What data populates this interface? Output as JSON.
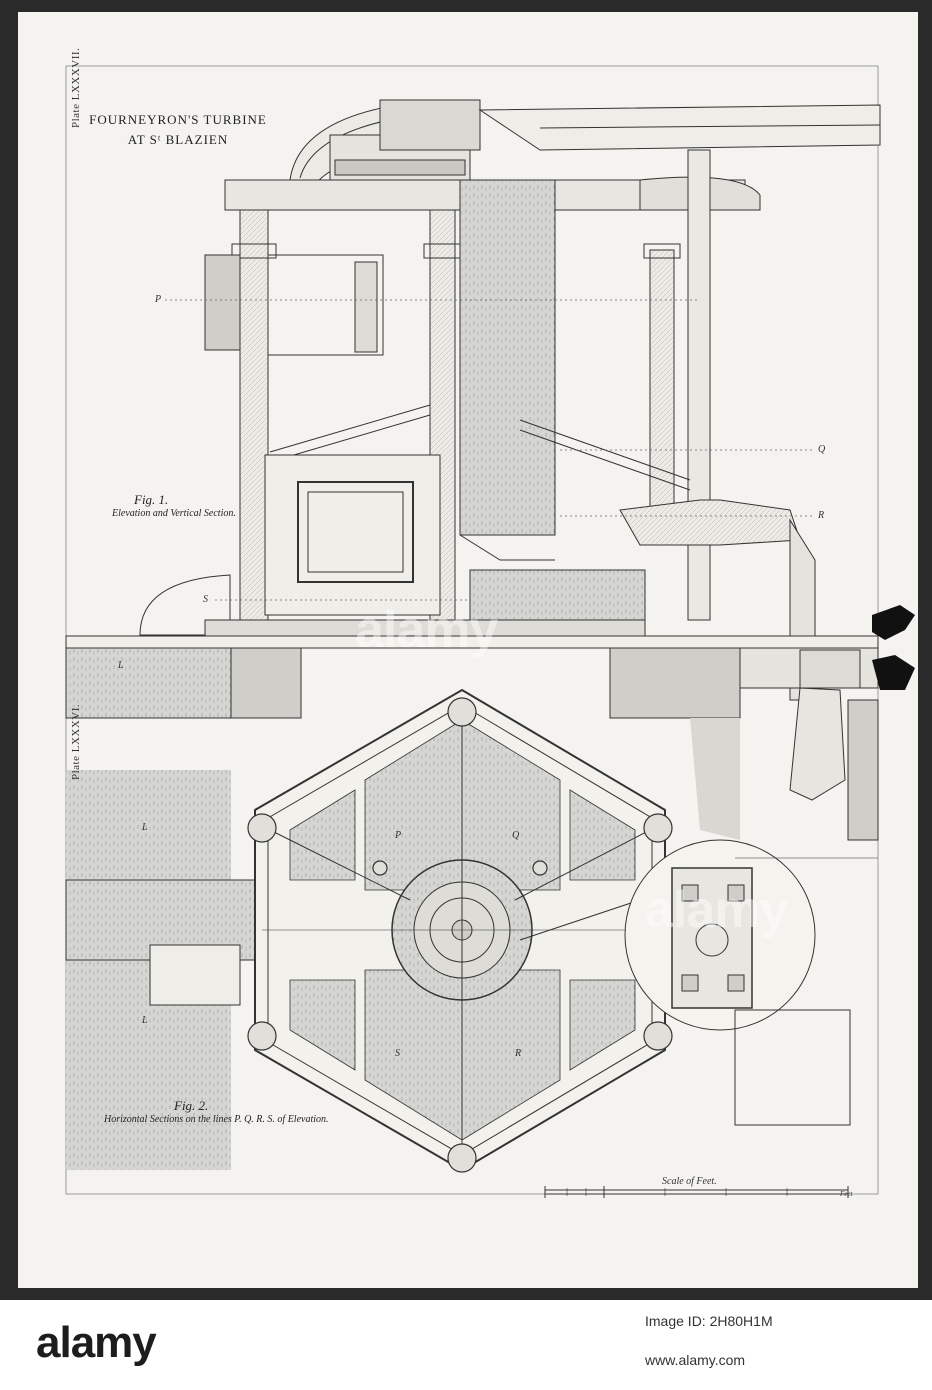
{
  "plate": {
    "top_label": "Plate LXXXVII.",
    "bottom_label": "Plate LXXXVI."
  },
  "title": {
    "line1": "FOURNEYRON'S TURBINE",
    "line2": "AT Sᵗ BLAZIEN"
  },
  "figure1": {
    "number": "Fig. 1.",
    "caption": "Elevation and Vertical Section."
  },
  "figure2": {
    "number": "Fig. 2.",
    "caption": "Horizontal Sections on the lines P. Q. R. S. of Elevation."
  },
  "section_markers": [
    "P",
    "Q",
    "R",
    "S"
  ],
  "plan_letters": [
    "P",
    "Q",
    "R",
    "S",
    "L",
    "L",
    "L"
  ],
  "scale": {
    "label": "Scale of Feet.",
    "unit": "Feet"
  },
  "watermark": {
    "text": "alamy"
  },
  "footer": {
    "logo": "alamy",
    "image_id_label": "Image ID: 2H80H1M",
    "site": "www.alamy.com"
  }
}
